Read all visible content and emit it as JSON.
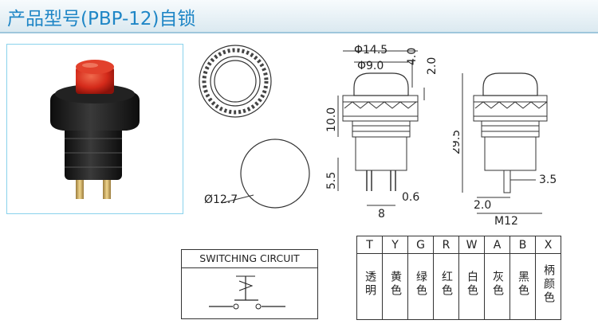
{
  "header": {
    "title": "产品型号(PBP-12)自锁"
  },
  "dimensions": {
    "outer_diameter": "Φ14.5",
    "cap_diameter": "Φ9.0",
    "cap_height": "4.0",
    "gap": "2.0",
    "nut_height": "10.0",
    "pin_length": "5.5",
    "pin_spacing": "8",
    "pin_thickness": "0.6",
    "round_diameter": "Ø12.7",
    "total_height": "29.5",
    "terminal_length": "3.5",
    "terminal_width": "2.0",
    "thread": "M12"
  },
  "circuit": {
    "title": "SWITCHING CIRCUIT"
  },
  "color_table": {
    "codes": [
      "T",
      "Y",
      "G",
      "R",
      "W",
      "A",
      "B",
      "X"
    ],
    "names": [
      "透明",
      "黄色",
      "绿色",
      "红色",
      "白色",
      "灰色",
      "黑色",
      "柄颜色"
    ]
  },
  "colors": {
    "header_text": "#1f86c6",
    "photo_border": "#8ad2ec",
    "cap": "#d42a1a",
    "body": "#1a1a1a"
  }
}
